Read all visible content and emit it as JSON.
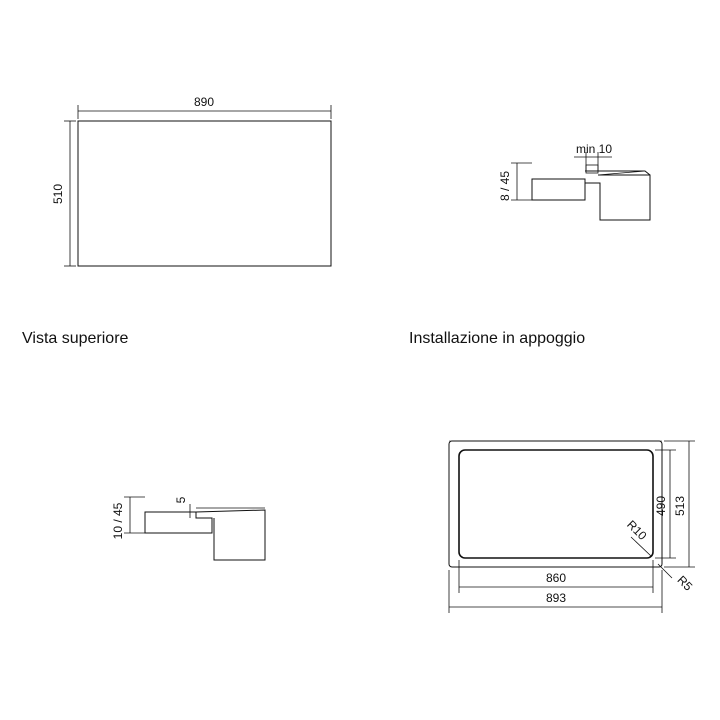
{
  "top_view": {
    "caption": "Vista superiore",
    "width_label": "890",
    "height_label": "510"
  },
  "surface_install": {
    "caption": "Installazione in appoggio",
    "gap_label": "min 10",
    "thickness_label": "8 / 45"
  },
  "flush_install": {
    "thickness_label": "10 / 45",
    "recess_label": "5"
  },
  "cutout": {
    "inner_width_label": "860",
    "outer_width_label": "893",
    "inner_height_label": "490",
    "outer_height_label": "513",
    "inner_radius_label": "R10",
    "outer_radius_label": "R5"
  }
}
